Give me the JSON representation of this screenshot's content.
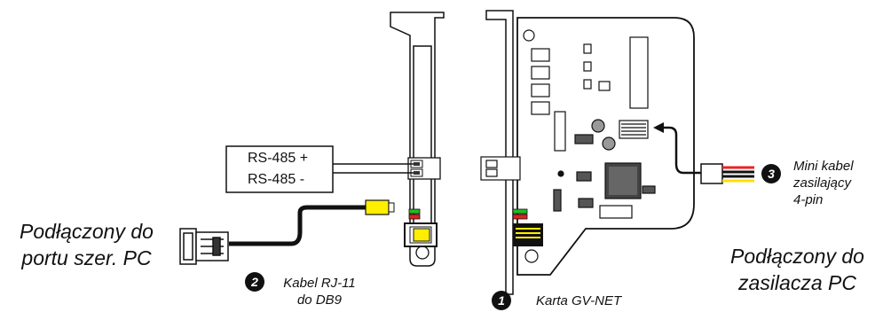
{
  "labels": {
    "pc_port": [
      "Podłączony do",
      "portu szer. PC"
    ],
    "pc_power": [
      "Podłączony do",
      "zasilacza PC"
    ],
    "rs485_plus": "RS-485 +",
    "rs485_minus": "RS-485 -",
    "cable_rj11": [
      "Kabel RJ-11",
      "do DB9"
    ],
    "card": "Karta GV-NET",
    "mini_cable": [
      "Mini kabel",
      "zasilający",
      "4-pin"
    ]
  },
  "badges": {
    "card": "1",
    "cable": "2",
    "power": "3"
  },
  "colors": {
    "line": "#111111",
    "connector_yellow": "#ffee00",
    "led_green": "#22bb22",
    "led_red": "#dd2222",
    "chip": "#555555",
    "wire_red": "#ee2222",
    "wire_yellow": "#ffdd00",
    "wire_black": "#111111"
  }
}
